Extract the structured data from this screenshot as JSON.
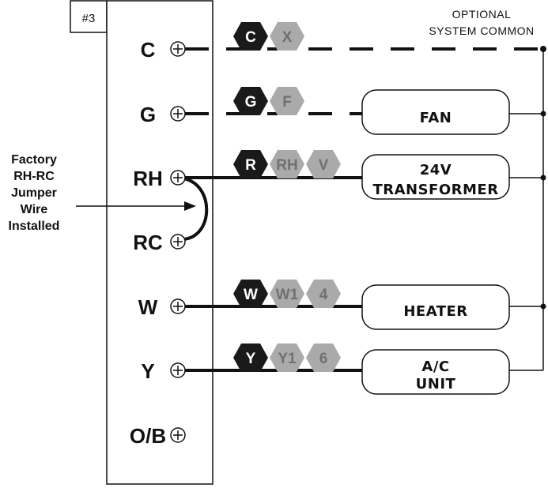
{
  "board": {
    "id_label": "#3"
  },
  "terminals": [
    {
      "label": "C"
    },
    {
      "label": "G"
    },
    {
      "label": "RH"
    },
    {
      "label": "RC"
    },
    {
      "label": "W"
    },
    {
      "label": "Y"
    },
    {
      "label": "O/B"
    }
  ],
  "wire_tags": [
    {
      "terminal": "C",
      "tags": [
        "C",
        "X"
      ]
    },
    {
      "terminal": "G",
      "tags": [
        "G",
        "F"
      ]
    },
    {
      "terminal": "RH",
      "tags": [
        "R",
        "RH",
        "V"
      ]
    },
    {
      "terminal": "W",
      "tags": [
        "W",
        "W1",
        "4"
      ]
    },
    {
      "terminal": "Y",
      "tags": [
        "Y",
        "Y1",
        "6"
      ]
    }
  ],
  "equipment": {
    "fan": {
      "lines": [
        "FAN"
      ]
    },
    "transformer": {
      "lines": [
        "24V",
        "TRANSFORMER"
      ]
    },
    "heater": {
      "lines": [
        "HEATER"
      ]
    },
    "ac_unit": {
      "lines": [
        "A/C",
        "UNIT"
      ]
    }
  },
  "optional_common": {
    "lines": [
      "OPTIONAL",
      "SYSTEM COMMON"
    ]
  },
  "jumper_note": {
    "lines": [
      "Factory",
      "RH-RC",
      "Jumper",
      "Wire",
      "Installed"
    ]
  },
  "colors": {
    "tag_primary": "#1a1a1a",
    "tag_secondary": "#aaaaaa",
    "tag_secondary_text": "#707070",
    "line": "#111111"
  }
}
